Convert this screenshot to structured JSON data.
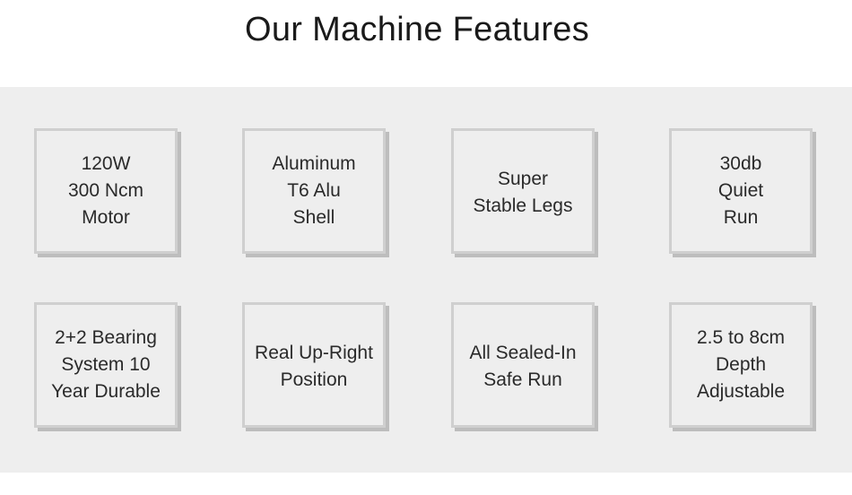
{
  "header": {
    "title": "Our Machine Features"
  },
  "features": [
    {
      "text": "120W\n300 Ncm\nMotor"
    },
    {
      "text": "Aluminum\nT6 Alu\nShell"
    },
    {
      "text": "Super\nStable Legs"
    },
    {
      "text": "30db\nQuiet\nRun"
    },
    {
      "text": "2+2 Bearing\nSystem 10\nYear Durable"
    },
    {
      "text": "Real Up-Right\nPosition"
    },
    {
      "text": "All Sealed-In\nSafe Run"
    },
    {
      "text": "2.5 to 8cm\nDepth\nAdjustable"
    }
  ]
}
